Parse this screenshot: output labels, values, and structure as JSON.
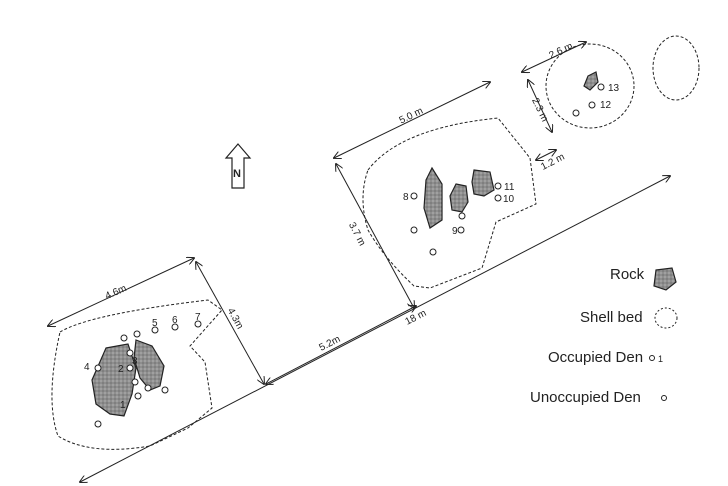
{
  "north_label": "N",
  "distances": {
    "d46": "4.6m",
    "d43": "4.3m",
    "d52": "5.2m",
    "d18": "18 m",
    "d50": "5.0 m",
    "d37": "3.7 m",
    "d26": "2.6 m",
    "d23": "2.3 m",
    "d12": "1.2 m"
  },
  "den_numbers": [
    "1",
    "2",
    "3",
    "4",
    "5",
    "6",
    "7",
    "8",
    "9",
    "10",
    "11",
    "12",
    "13"
  ],
  "legend": {
    "rock": "Rock",
    "shell_bed": "Shell bed",
    "occupied_den": "Occupied Den",
    "occupied_den_example": "1",
    "unoccupied_den": "Unoccupied Den"
  },
  "colors": {
    "rock_fill": "#9a9a9a",
    "line": "#222222"
  }
}
